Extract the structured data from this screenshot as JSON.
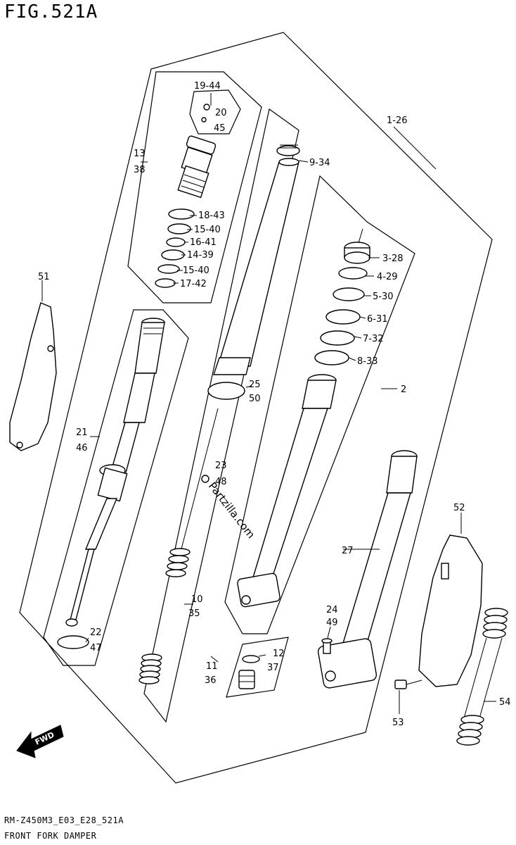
{
  "figure": {
    "title": "FIG.521A",
    "code": "RM-Z450M3_E03_E28_521A",
    "name": "FRONT FORK DAMPER"
  },
  "watermark": "Partzilla.com",
  "fwd_label": "FWD",
  "callouts": {
    "c1_26": "1-26",
    "c2": "2",
    "c3_28": "3-28",
    "c4_29": "4-29",
    "c5_30": "5-30",
    "c6_31": "6-31",
    "c7_32": "7-32",
    "c8_33": "8-33",
    "c9_34": "9-34",
    "c10": "10",
    "c35": "35",
    "c11": "11",
    "c36": "36",
    "c12": "12",
    "c37": "37",
    "c13": "13",
    "c38": "38",
    "c14_39": "14-39",
    "c15_40a": "15-40",
    "c15_40b": "15-40",
    "c16_41": "16-41",
    "c17_42": "17-42",
    "c18_43": "18-43",
    "c19_44": "19-44",
    "c20": "20",
    "c45": "45",
    "c21": "21",
    "c46": "46",
    "c22": "22",
    "c47": "47",
    "c23": "23",
    "c48": "48",
    "c24": "24",
    "c49": "49",
    "c25": "25",
    "c50": "50",
    "c27": "27",
    "c51": "51",
    "c52": "52",
    "c53": "53",
    "c54": "54"
  }
}
